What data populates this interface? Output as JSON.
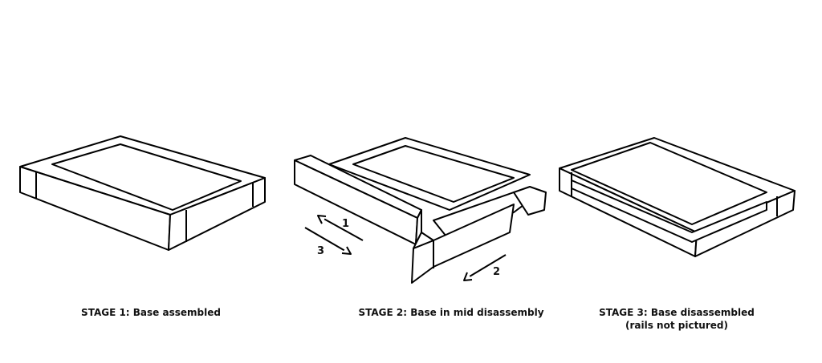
{
  "stages": [
    {
      "label": "STAGE 1: Base assembled"
    },
    {
      "label": "STAGE 2: Base in mid disassembly",
      "arrows": [
        "1",
        "2",
        "3"
      ]
    },
    {
      "label": "STAGE 3: Base disassembled",
      "sublabel": "(rails not pictured)"
    }
  ]
}
